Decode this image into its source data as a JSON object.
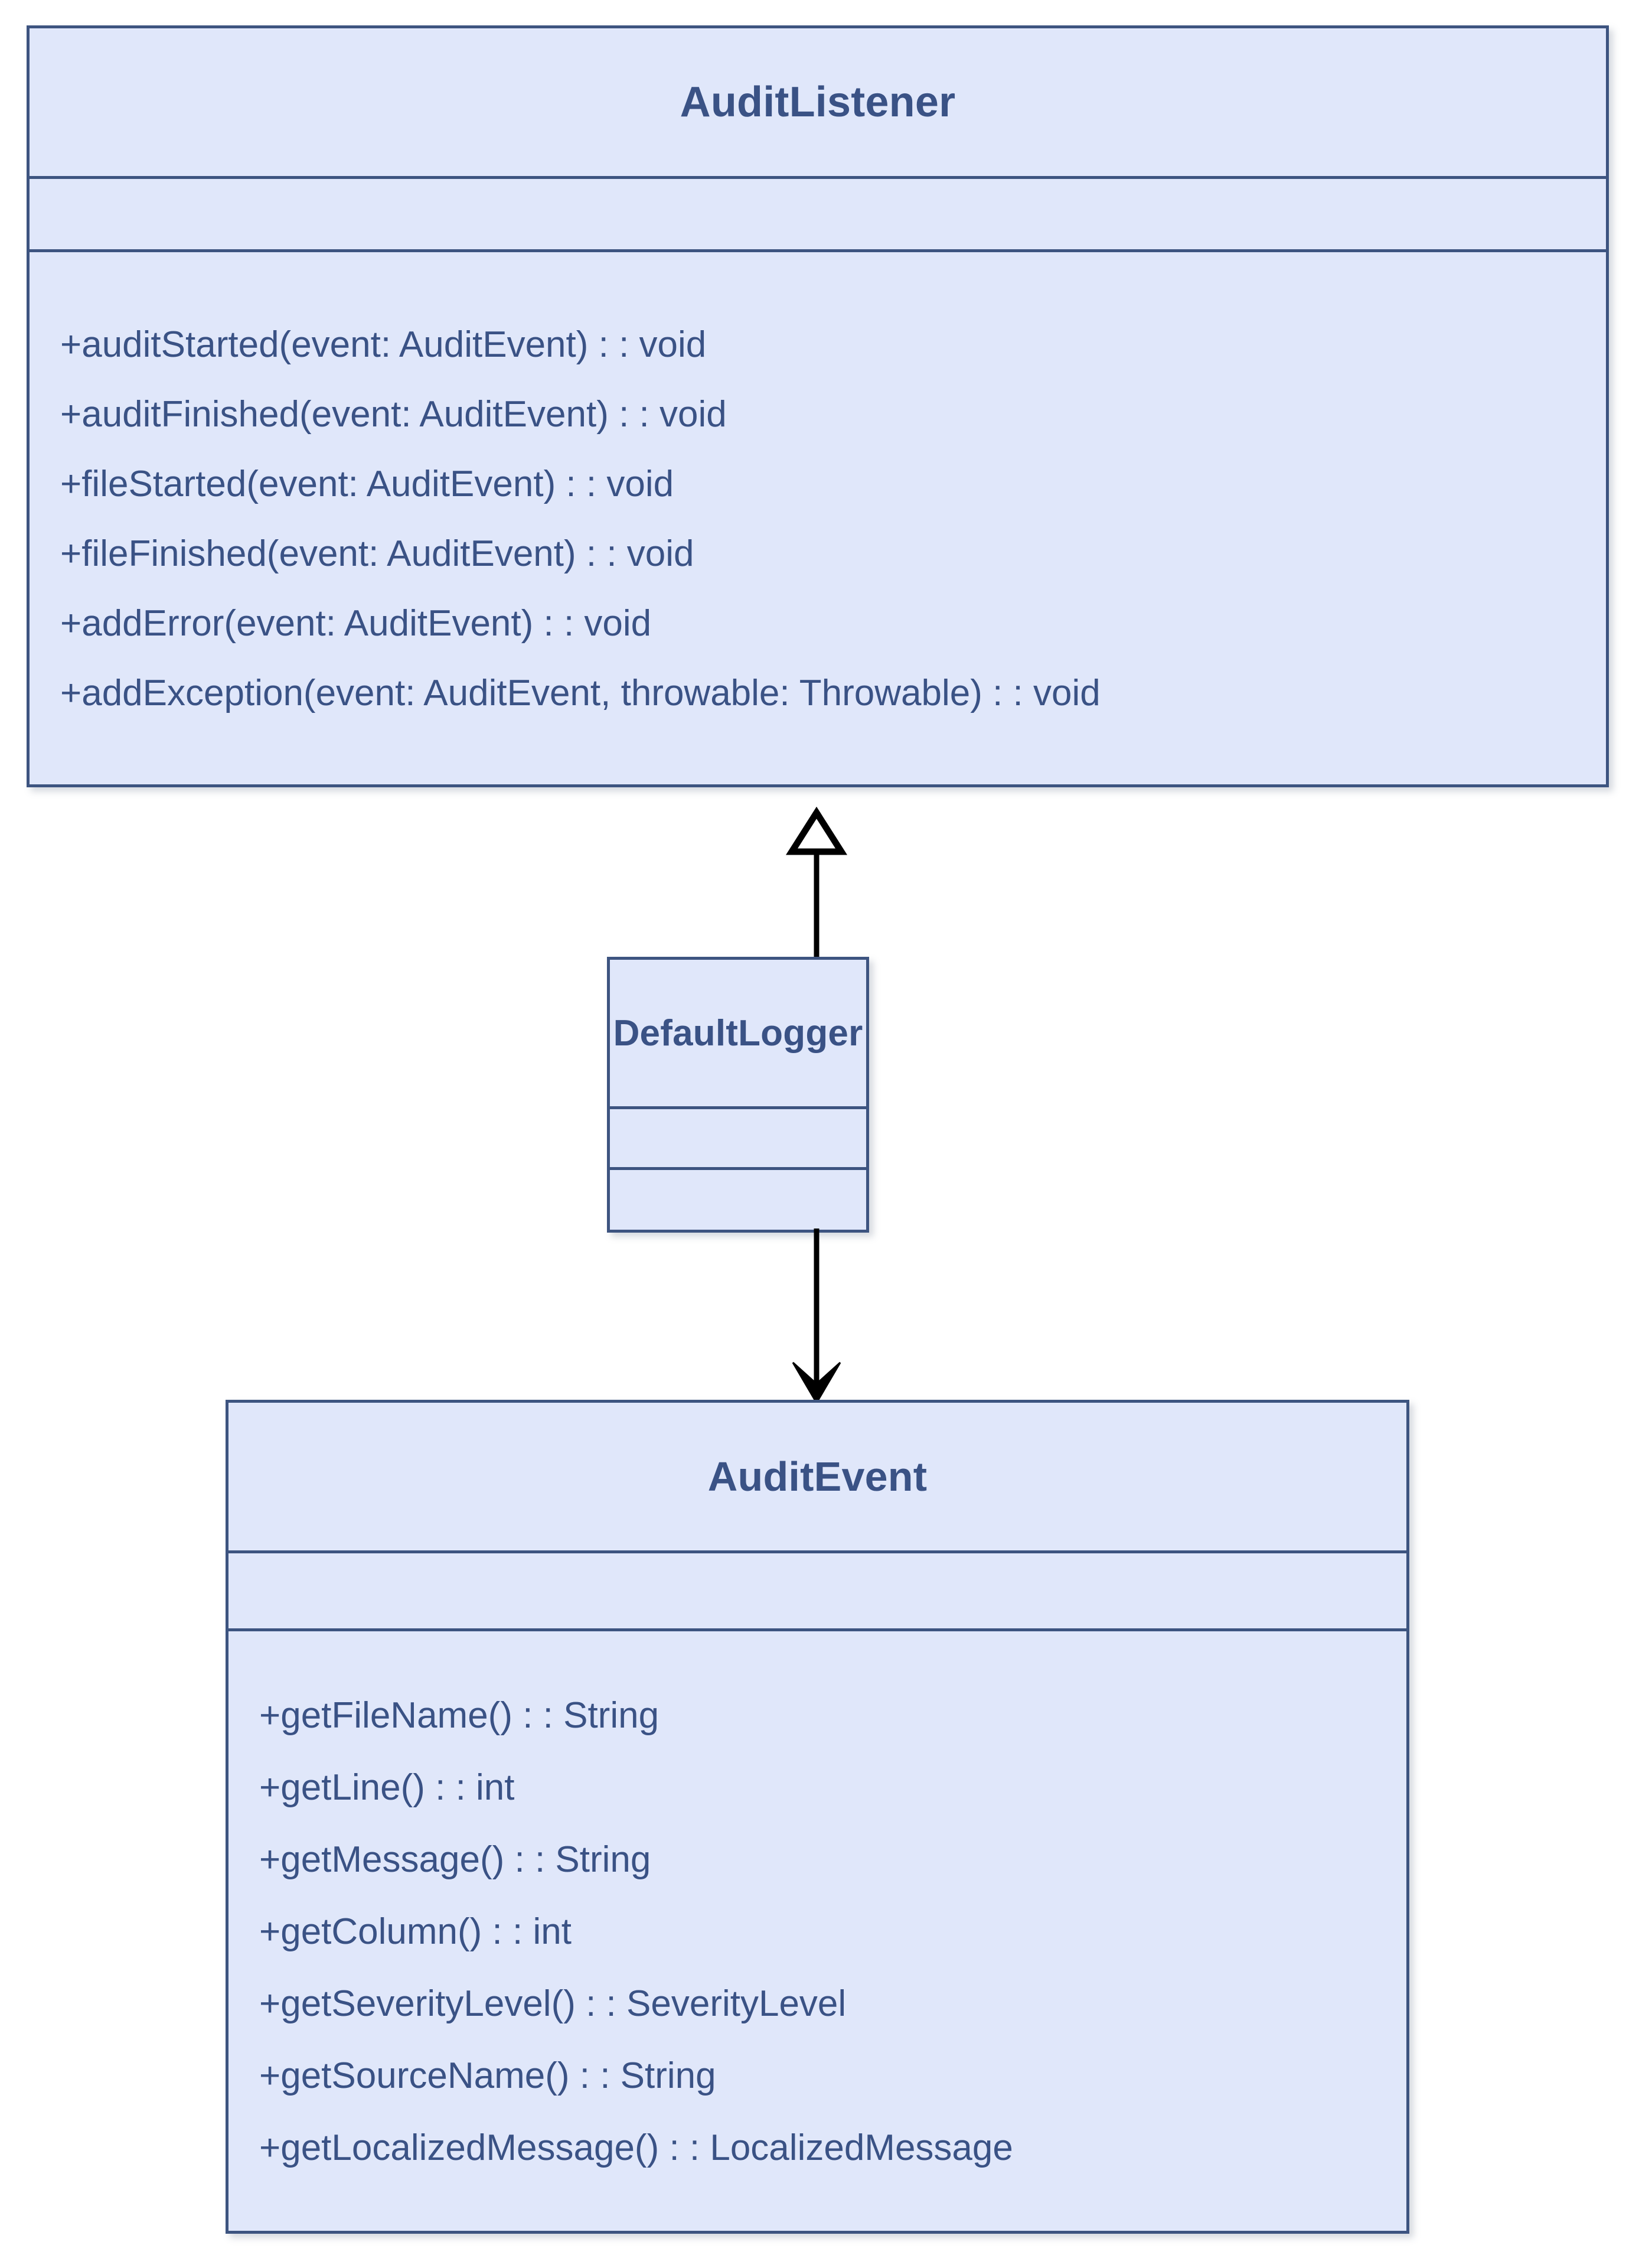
{
  "diagram": {
    "type": "uml-class-diagram",
    "background_color": "#ffffff",
    "class_fill_color": "#e0e7fa",
    "class_border_color": "#3d5480",
    "class_text_color": "#3a5285",
    "connector_color": "#000000"
  },
  "classes": [
    {
      "id": "audit-listener",
      "name": "AuditListener",
      "attributes": [],
      "operations": [
        "+auditStarted(event: AuditEvent) : : void",
        "+auditFinished(event: AuditEvent) : : void",
        "+fileStarted(event: AuditEvent) : : void",
        "+fileFinished(event: AuditEvent) : : void",
        "+addError(event: AuditEvent) : : void",
        "+addException(event: AuditEvent, throwable: Throwable) : : void"
      ]
    },
    {
      "id": "default-logger",
      "name": "DefaultLogger",
      "attributes": [],
      "operations": []
    },
    {
      "id": "audit-event",
      "name": "AuditEvent",
      "attributes": [],
      "operations": [
        "+getFileName() : : String",
        "+getLine() : : int",
        "+getMessage() : : String",
        "+getColumn() : : int",
        "+getSeverityLevel() : : SeverityLevel",
        "+getSourceName() : : String",
        "+getLocalizedMessage() : : LocalizedMessage"
      ]
    }
  ],
  "relationships": [
    {
      "id": "generalization",
      "kind": "generalization",
      "arrowhead": "hollow-triangle",
      "from": "DefaultLogger",
      "to": "AuditListener",
      "label": ""
    },
    {
      "id": "association",
      "kind": "association",
      "arrowhead": "open-arrow",
      "from": "DefaultLogger",
      "to": "AuditEvent",
      "label": ""
    }
  ]
}
